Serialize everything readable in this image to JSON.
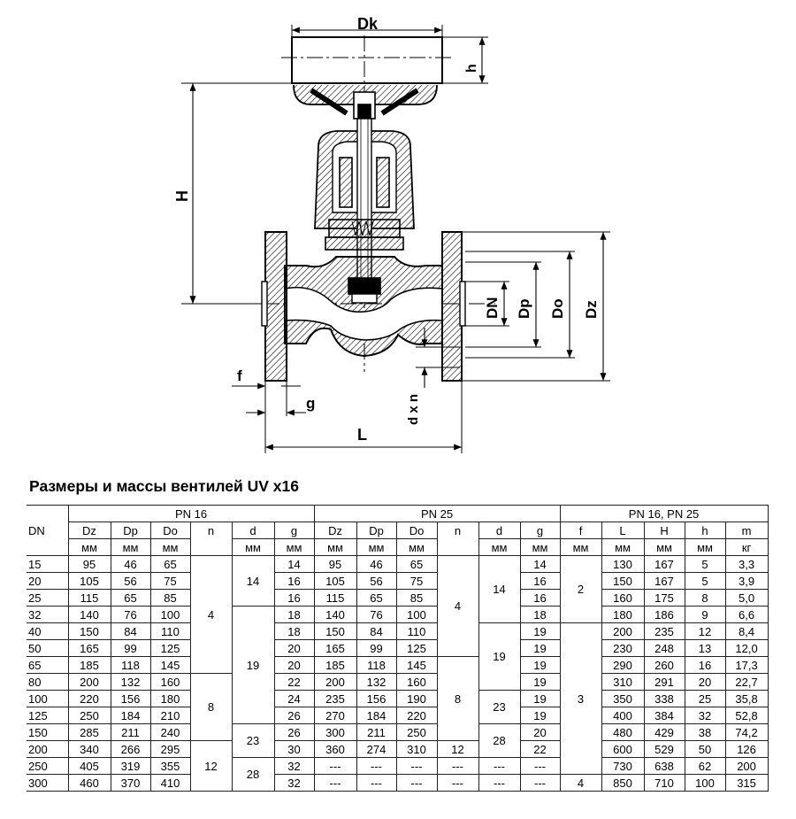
{
  "drawing": {
    "labels": {
      "dk": "Dk",
      "h_small": "h",
      "H": "H",
      "dn": "DN",
      "dp": "Dp",
      "do": "Do",
      "dz": "Dz",
      "f": "f",
      "g": "g",
      "L": "L",
      "dxn": "d x n"
    }
  },
  "title": "Размеры и массы вентилей UV x16",
  "table": {
    "group_headers": {
      "pn16": "PN 16",
      "pn25": "PN 25",
      "both": "PN 16, PN 25"
    },
    "col_headers": [
      "DN",
      "Dz",
      "Dp",
      "Do",
      "n",
      "d",
      "g",
      "Dz",
      "Dp",
      "Do",
      "n",
      "d",
      "g",
      "f",
      "L",
      "H",
      "h",
      "m"
    ],
    "units": [
      "",
      "мм",
      "мм",
      "мм",
      "",
      "мм",
      "мм",
      "мм",
      "мм",
      "мм",
      "",
      "мм",
      "мм",
      "мм",
      "мм",
      "мм",
      "мм",
      "кг"
    ],
    "rows": [
      {
        "dn": "15",
        "dz16": "95",
        "dp16": "46",
        "do16": "65",
        "g16": "14",
        "dz25": "95",
        "dp25": "46",
        "do25": "65",
        "g25": "14",
        "L": "130",
        "H": "167",
        "h": "5",
        "m": "3,3"
      },
      {
        "dn": "20",
        "dz16": "105",
        "dp16": "56",
        "do16": "75",
        "g16": "16",
        "dz25": "105",
        "dp25": "56",
        "do25": "75",
        "g25": "16",
        "L": "150",
        "H": "167",
        "h": "5",
        "m": "3,9"
      },
      {
        "dn": "25",
        "dz16": "115",
        "dp16": "65",
        "do16": "85",
        "g16": "16",
        "dz25": "115",
        "dp25": "65",
        "do25": "85",
        "g25": "16",
        "L": "160",
        "H": "175",
        "h": "8",
        "m": "5,0"
      },
      {
        "dn": "32",
        "dz16": "140",
        "dp16": "76",
        "do16": "100",
        "g16": "18",
        "dz25": "140",
        "dp25": "76",
        "do25": "100",
        "g25": "18",
        "L": "180",
        "H": "186",
        "h": "9",
        "m": "6,6"
      },
      {
        "dn": "40",
        "dz16": "150",
        "dp16": "84",
        "do16": "110",
        "g16": "18",
        "dz25": "150",
        "dp25": "84",
        "do25": "110",
        "g25": "19",
        "L": "200",
        "H": "235",
        "h": "12",
        "m": "8,4"
      },
      {
        "dn": "50",
        "dz16": "165",
        "dp16": "99",
        "do16": "125",
        "g16": "20",
        "dz25": "165",
        "dp25": "99",
        "do25": "125",
        "g25": "19",
        "L": "230",
        "H": "248",
        "h": "13",
        "m": "12,0"
      },
      {
        "dn": "65",
        "dz16": "185",
        "dp16": "118",
        "do16": "145",
        "g16": "20",
        "dz25": "185",
        "dp25": "118",
        "do25": "145",
        "g25": "19",
        "L": "290",
        "H": "260",
        "h": "16",
        "m": "17,3"
      },
      {
        "dn": "80",
        "dz16": "200",
        "dp16": "132",
        "do16": "160",
        "g16": "22",
        "dz25": "200",
        "dp25": "132",
        "do25": "160",
        "g25": "19",
        "L": "310",
        "H": "291",
        "h": "20",
        "m": "22,7"
      },
      {
        "dn": "100",
        "dz16": "220",
        "dp16": "156",
        "do16": "180",
        "g16": "24",
        "dz25": "235",
        "dp25": "156",
        "do25": "190",
        "g25": "19",
        "L": "350",
        "H": "338",
        "h": "25",
        "m": "35,8"
      },
      {
        "dn": "125",
        "dz16": "250",
        "dp16": "184",
        "do16": "210",
        "g16": "26",
        "dz25": "270",
        "dp25": "184",
        "do25": "220",
        "g25": "19",
        "L": "400",
        "H": "384",
        "h": "32",
        "m": "52,8"
      },
      {
        "dn": "150",
        "dz16": "285",
        "dp16": "211",
        "do16": "240",
        "g16": "26",
        "dz25": "300",
        "dp25": "211",
        "do25": "250",
        "g25": "20",
        "L": "480",
        "H": "429",
        "h": "38",
        "m": "74,2"
      },
      {
        "dn": "200",
        "dz16": "340",
        "dp16": "266",
        "do16": "295",
        "g16": "30",
        "dz25": "360",
        "dp25": "274",
        "do25": "310",
        "g25": "22",
        "L": "600",
        "H": "529",
        "h": "50",
        "m": "126"
      },
      {
        "dn": "250",
        "dz16": "405",
        "dp16": "319",
        "do16": "355",
        "g16": "32",
        "dz25": "---",
        "dp25": "---",
        "do25": "---",
        "g25": "---",
        "L": "730",
        "H": "638",
        "h": "62",
        "m": "200"
      },
      {
        "dn": "300",
        "dz16": "460",
        "dp16": "370",
        "do16": "410",
        "g16": "32",
        "dz25": "---",
        "dp25": "---",
        "do25": "---",
        "g25": "---",
        "L": "850",
        "H": "710",
        "h": "100",
        "m": "315"
      }
    ],
    "merged": {
      "n16": [
        {
          "value": "4",
          "rows": 7
        },
        {
          "value": "8",
          "rows": 4
        },
        {
          "value": "12",
          "rows": 3
        }
      ],
      "d16": [
        {
          "value": "14",
          "rows": 3
        },
        {
          "value": "19",
          "rows": 7
        },
        {
          "value": "23",
          "rows": 2
        },
        {
          "value": "28",
          "rows": 2
        }
      ],
      "n25": [
        {
          "value": "4",
          "rows": 6
        },
        {
          "value": "8",
          "rows": 5
        },
        {
          "value": "12",
          "rows": 1
        },
        {
          "value": "---",
          "rows": 1
        },
        {
          "value": "---",
          "rows": 1
        }
      ],
      "d25": [
        {
          "value": "14",
          "rows": 4
        },
        {
          "value": "19",
          "rows": 4
        },
        {
          "value": "23",
          "rows": 2
        },
        {
          "value": "28",
          "rows": 2
        },
        {
          "value": "---",
          "rows": 1
        },
        {
          "value": "---",
          "rows": 1
        }
      ],
      "f": [
        {
          "value": "2",
          "rows": 4
        },
        {
          "value": "3",
          "rows": 9
        },
        {
          "value": "4",
          "rows": 1
        }
      ]
    }
  }
}
